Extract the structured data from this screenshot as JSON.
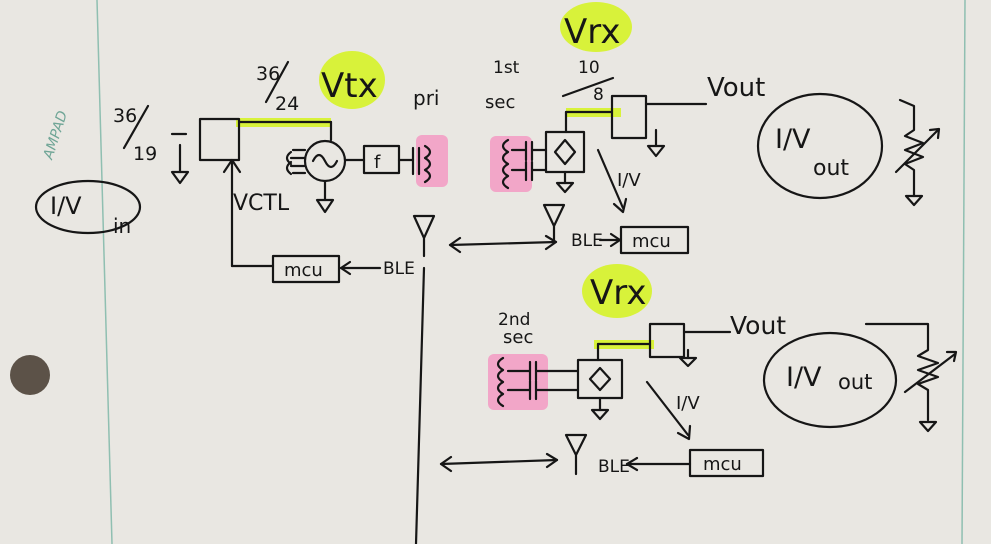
{
  "paper": {
    "brand": "AMPAD",
    "colors": {
      "paper": "#e9e7e2",
      "margin_line": "#8fbfb1",
      "rule_line": "#d9d4cf",
      "ink": "#161616",
      "highlight_yellow": "#d8f23a",
      "highlight_pink": "#f2a6c8"
    }
  },
  "tx": {
    "ratio_in_num": "36",
    "ratio_in_den": "19",
    "ratio_tx_num": "36",
    "ratio_tx_den": "24",
    "supply_label": "Vtx",
    "control_label": "VCTL",
    "filter_label": "f",
    "coil_label": "pri",
    "mcu_label": "mcu",
    "ble_label": "BLE",
    "io_label": "I/V",
    "io_sub": "in"
  },
  "rx1": {
    "coil_label_1": "1st",
    "coil_label_2": "sec",
    "ratio_num": "10",
    "ratio_den": "8",
    "supply_label": "Vrx",
    "out_label": "Vout",
    "sense_label": "I/V",
    "mcu_label": "mcu",
    "ble_label": "BLE",
    "io_label": "I/V",
    "io_sub": "out"
  },
  "rx2": {
    "coil_label_1": "2nd",
    "coil_label_2": "sec",
    "supply_label": "Vrx",
    "out_label": "Vout",
    "sense_label": "I/V",
    "mcu_label": "mcu",
    "ble_label": "BLE",
    "io_label": "I/V",
    "io_sub": "out"
  }
}
